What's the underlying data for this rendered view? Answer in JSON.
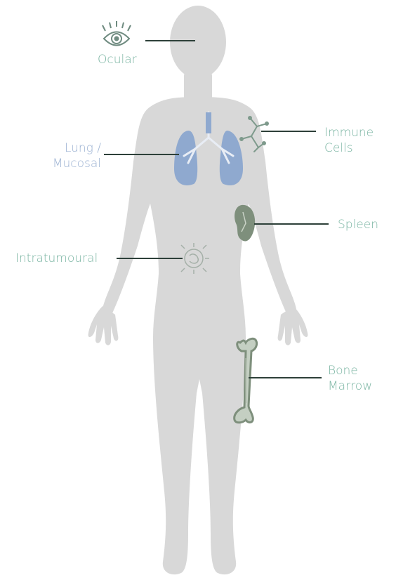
{
  "colors": {
    "body": "#d8d8d8",
    "teal_label": "#7bb5a3",
    "blue_label": "#9db3d3",
    "lung_fill": "#8fa9cf",
    "organ_green": "#7e8f7c",
    "leader_line": "#2d4039"
  },
  "labels": {
    "ocular": "Ocular",
    "lung_line1": "Lung /",
    "lung_line2": "Mucosal",
    "immune_line1": "Immune",
    "immune_line2": "Cells",
    "spleen": "Spleen",
    "intratumoural": "Intratumoural",
    "bone_line1": "Bone",
    "bone_line2": "Marrow"
  },
  "icons": {
    "eye": "eye-icon",
    "lungs": "lungs-icon",
    "immune": "immune-cell-icon",
    "spleen": "spleen-icon",
    "tumour": "tumour-icon",
    "bone": "femur-bone-icon"
  }
}
